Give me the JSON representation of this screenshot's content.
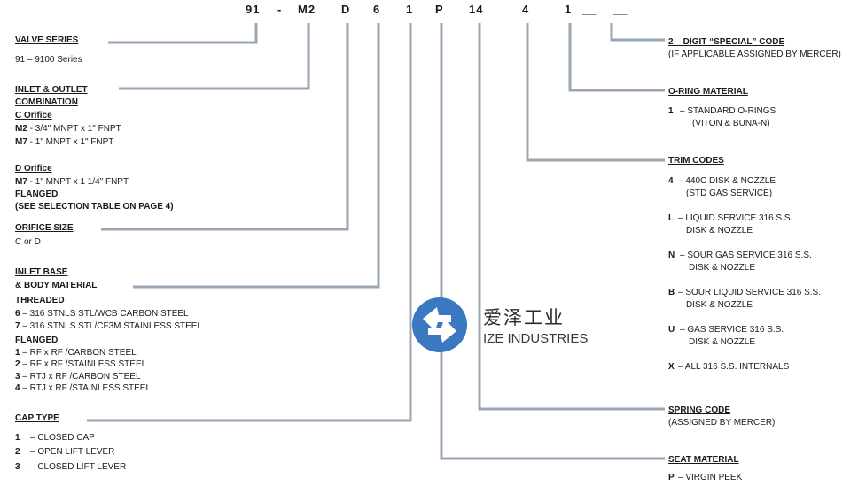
{
  "code": [
    "91",
    "-",
    "M2",
    "D",
    "6",
    "1",
    "P",
    "14",
    "4",
    "1",
    "__",
    "__"
  ],
  "left": {
    "valve_series": {
      "title": "VALVE SERIES",
      "lines": [
        "91 – 9100 Series"
      ]
    },
    "inlet_outlet": {
      "title1": "INLET & OUTLET",
      "title2": "COMBINATION",
      "c_orifice": "C Orifice",
      "c_lines": [
        {
          "code": "M2",
          "text": " - 3/4\" MNPT x 1\" FNPT"
        },
        {
          "code": "M7",
          "text": " -    1\" MNPT x 1\" FNPT"
        }
      ],
      "d_orifice": "D Orifice",
      "d_lines": [
        {
          "code": "M7",
          "text": " -    1\" MNPT x 1 1/4\" FNPT"
        }
      ],
      "flanged": "FLANGED",
      "see_table": "(SEE SELECTION TABLE ON PAGE 4)"
    },
    "orifice_size": {
      "title": "ORIFICE SIZE",
      "text": "C or D"
    },
    "inlet_base": {
      "title1": "INLET BASE",
      "title2": "& BODY MATERIAL",
      "threaded": "THREADED",
      "threaded_lines": [
        {
          "code": "6",
          "text": " – 316 STNLS STL/WCB  CARBON STEEL"
        },
        {
          "code": "7",
          "text": " – 316 STNLS STL/CF3M  STAINLESS STEEL"
        }
      ],
      "flanged": "FLANGED",
      "flanged_lines": [
        {
          "code": "1",
          "text": " – RF x RF /CARBON STEEL"
        },
        {
          "code": "2",
          "text": " – RF x RF /STAINLESS STEEL"
        },
        {
          "code": "3",
          "text": " – RTJ x RF /CARBON STEEL"
        },
        {
          "code": "4",
          "text": " – RTJ x RF /STAINLESS STEEL"
        }
      ]
    },
    "cap_type": {
      "title": "CAP TYPE",
      "lines": [
        {
          "code": "1",
          "text": "–   CLOSED CAP"
        },
        {
          "code": "2",
          "text": "–   OPEN LIFT LEVER"
        },
        {
          "code": "3",
          "text": "–   CLOSED LIFT LEVER"
        }
      ]
    }
  },
  "right": {
    "special": {
      "title": "2 – DIGIT “SPECIAL” CODE",
      "text": "(IF APPLICABLE ASSIGNED BY MERCER)"
    },
    "oring": {
      "title": "O-RING MATERIAL",
      "code": "1",
      "text1": "–   STANDARD O-RINGS",
      "text2": "(VITON & BUNA-N)"
    },
    "trim": {
      "title": "TRIM CODES",
      "items": [
        {
          "code": "4",
          "text1": "– 440C DISK & NOZZLE",
          "text2": "(STD GAS SERVICE)"
        },
        {
          "code": "L",
          "text1": "– LIQUID SERVICE 316 S.S.",
          "text2": "DISK & NOZZLE"
        },
        {
          "code": "N",
          "text1": "– SOUR GAS SERVICE 316 S.S.",
          "text2": "DISK & NOZZLE"
        },
        {
          "code": "B",
          "text1": "– SOUR LIQUID SERVICE 316 S.S.",
          "text2": "DISK & NOZZLE"
        },
        {
          "code": "U",
          "text1": "– GAS SERVICE 316 S.S.",
          "text2": "DISK & NOZZLE"
        },
        {
          "code": "X",
          "text1": "– ALL 316 S.S. INTERNALS",
          "text2": ""
        }
      ]
    },
    "spring": {
      "title": "SPRING CODE",
      "text": "(ASSIGNED BY MERCER)"
    },
    "seat": {
      "title": "SEAT MATERIAL",
      "code": "P",
      "text": "– VIRGIN PEEK"
    }
  },
  "logo": {
    "cn": "爱泽工业",
    "en": "IZE INDUSTRIES",
    "color_blue": "#3a78c2"
  },
  "colors": {
    "leader_line": "#9aa6b4"
  }
}
